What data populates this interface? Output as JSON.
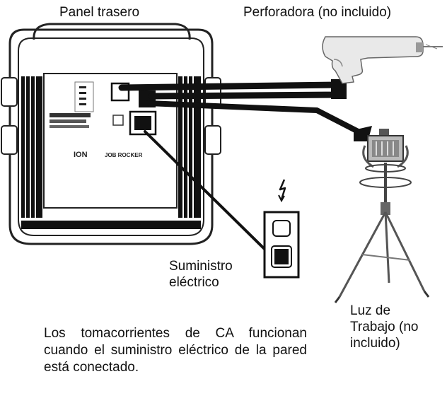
{
  "labels": {
    "rear_panel": "Panel trasero",
    "drill": "Perforadora (no incluido)",
    "power_supply_line1": "Suministro",
    "power_supply_line2": "eléctrico",
    "work_light_line1": "Luz de",
    "work_light_line2": "Trabajo (no",
    "work_light_line3": "incluido)"
  },
  "caption": "Los tomacorrientes de CA funcionan cuando el suministro eléctrico de la pared está conectado.",
  "device": {
    "brand": "ION",
    "model": "JOB ROCKER"
  },
  "icons": [
    "lightning-icon",
    "drill-icon",
    "work-light-icon",
    "wall-outlet-icon"
  ]
}
